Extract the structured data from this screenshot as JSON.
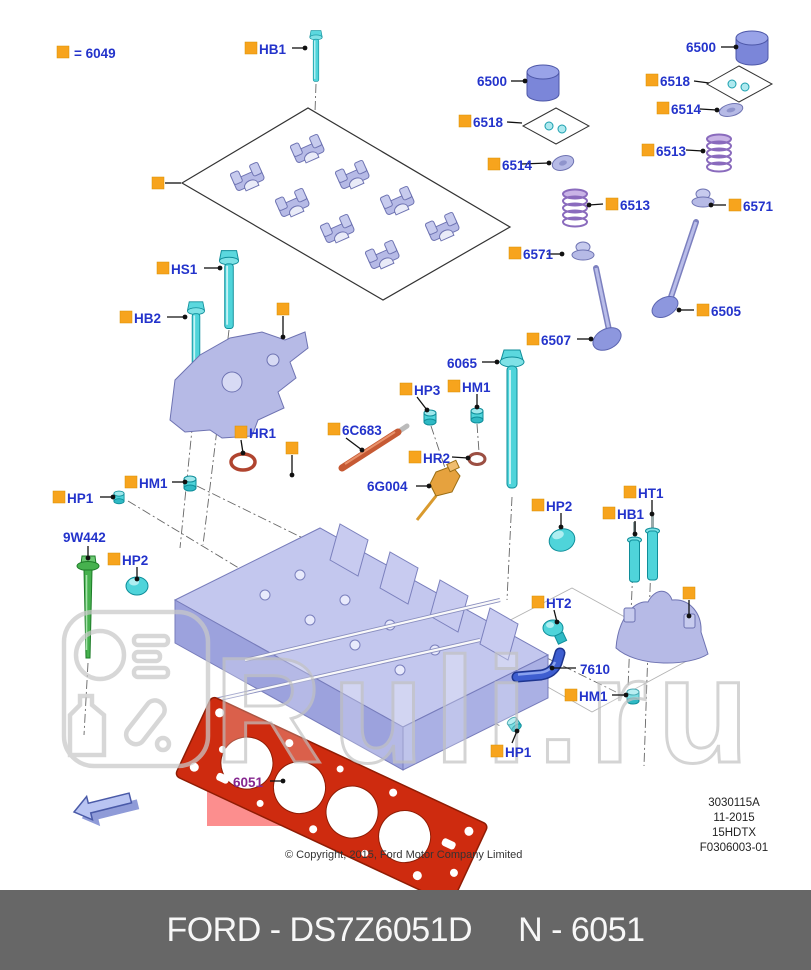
{
  "watermark": {
    "text": "Ruli.ru",
    "logo": "oil-parts-logo"
  },
  "footer": {
    "left_text": "FORD - DS7Z6051D",
    "right_text": "N - 6051",
    "bar_color": "#676767"
  },
  "copyright": "© Copyright, 2015, Ford Motor Company Limited",
  "revision": [
    "3030115A",
    "11-2015",
    "15HDTX",
    "F0306003-01"
  ],
  "colors": {
    "label_blue": "#2333cb",
    "label_purple": "#86278f",
    "tag_orange": "#f7a41d",
    "gasket_red": "#ce2b0f",
    "highlight_pink": "#fc8e8e",
    "part_cyan": "#4fd4da",
    "part_lavender": "#b6bae6",
    "part_green": "#46b14e"
  },
  "labels": [
    {
      "id": "legend-6049",
      "text": "= 6049",
      "square": [
        57,
        46
      ],
      "t": [
        74,
        58
      ]
    },
    {
      "id": "hb1-top",
      "text": "HB1",
      "square": [
        245,
        42
      ],
      "t": [
        259,
        54
      ],
      "line": [
        292,
        48,
        305,
        48
      ],
      "dot": "end"
    },
    {
      "id": "plate-tag",
      "text": "",
      "square": [
        152,
        177
      ],
      "line": [
        165,
        183,
        181,
        183
      ]
    },
    {
      "id": "hs1",
      "text": "HS1",
      "square": [
        157,
        262
      ],
      "t": [
        171,
        274
      ],
      "line": [
        204,
        268,
        220,
        268
      ],
      "dot": "end"
    },
    {
      "id": "hb2",
      "text": "HB2",
      "square": [
        120,
        311
      ],
      "t": [
        134,
        323
      ],
      "line": [
        167,
        317,
        185,
        317
      ],
      "dot": "end"
    },
    {
      "id": "bracket-left-tag",
      "text": "",
      "square": [
        277,
        303
      ],
      "line": [
        283,
        316,
        283,
        337
      ],
      "dot": "end"
    },
    {
      "id": "hr1",
      "text": "HR1",
      "square": [
        235,
        426
      ],
      "t": [
        249,
        438
      ],
      "line": [
        241,
        440,
        243,
        453
      ],
      "dot": "end"
    },
    {
      "id": "6c683",
      "text": "6C683",
      "square": [
        328,
        423
      ],
      "t": [
        342,
        435
      ],
      "line": [
        346,
        438,
        362,
        450
      ],
      "dot": "end"
    },
    {
      "id": "head-tag",
      "text": "",
      "square": [
        286,
        442
      ],
      "line": [
        292,
        455,
        292,
        475
      ],
      "dot": "end"
    },
    {
      "id": "hm1-left",
      "text": "HM1",
      "square": [
        125,
        476
      ],
      "t": [
        139,
        488
      ],
      "line": [
        172,
        482,
        185,
        482
      ],
      "dot": "end"
    },
    {
      "id": "hp1-left",
      "text": "HP1",
      "square": [
        53,
        491
      ],
      "t": [
        67,
        503
      ],
      "line": [
        100,
        497,
        113,
        497
      ],
      "dot": "end"
    },
    {
      "id": "9w442",
      "text": "9W442",
      "t": [
        63,
        542
      ],
      "line": [
        88,
        546,
        88,
        558
      ],
      "dot": "end"
    },
    {
      "id": "hp2-left",
      "text": "HP2",
      "square": [
        108,
        553
      ],
      "t": [
        122,
        565
      ],
      "line": [
        137,
        567,
        137,
        579
      ],
      "dot": "end"
    },
    {
      "id": "6500-left",
      "text": "6500",
      "t": [
        477,
        86
      ],
      "line": [
        511,
        81,
        525,
        81
      ],
      "dot": "end"
    },
    {
      "id": "6518-left",
      "text": "6518",
      "square": [
        459,
        115
      ],
      "t": [
        473,
        127
      ],
      "line": [
        507,
        122,
        522,
        123
      ]
    },
    {
      "id": "6514-left",
      "text": "6514",
      "square": [
        488,
        158
      ],
      "t": [
        502,
        170
      ],
      "line": [
        521,
        164,
        549,
        163
      ],
      "dot": "end"
    },
    {
      "id": "6513-left",
      "text": "6513",
      "square": [
        606,
        198
      ],
      "t": [
        620,
        210
      ],
      "line": [
        603,
        204,
        589,
        205
      ],
      "dot": "end"
    },
    {
      "id": "6571-left",
      "text": "6571",
      "square": [
        509,
        247
      ],
      "t": [
        523,
        259
      ],
      "line": [
        547,
        254,
        562,
        254
      ],
      "dot": "end"
    },
    {
      "id": "6500-right",
      "text": "6500",
      "t": [
        686,
        52
      ],
      "line": [
        721,
        47,
        736,
        47
      ],
      "dot": "end"
    },
    {
      "id": "6518-right",
      "text": "6518",
      "square": [
        646,
        74
      ],
      "t": [
        660,
        86
      ],
      "line": [
        694,
        81,
        709,
        83
      ]
    },
    {
      "id": "6514-right",
      "text": "6514",
      "square": [
        657,
        102
      ],
      "t": [
        671,
        114
      ],
      "line": [
        700,
        109,
        717,
        110
      ],
      "dot": "end"
    },
    {
      "id": "6513-right",
      "text": "6513",
      "square": [
        642,
        144
      ],
      "t": [
        656,
        156
      ],
      "line": [
        686,
        150,
        703,
        151
      ],
      "dot": "end"
    },
    {
      "id": "6571-right",
      "text": "6571",
      "square": [
        729,
        199
      ],
      "t": [
        743,
        211
      ],
      "line": [
        726,
        205,
        711,
        205
      ],
      "dot": "end"
    },
    {
      "id": "6505",
      "text": "6505",
      "square": [
        697,
        304
      ],
      "t": [
        711,
        316
      ],
      "line": [
        694,
        310,
        679,
        310
      ],
      "dot": "end"
    },
    {
      "id": "6507",
      "text": "6507",
      "square": [
        527,
        333
      ],
      "t": [
        541,
        345
      ],
      "line": [
        577,
        339,
        591,
        339
      ],
      "dot": "end"
    },
    {
      "id": "6065",
      "text": "6065",
      "t": [
        447,
        368
      ],
      "line": [
        482,
        362,
        497,
        362
      ],
      "dot": "end"
    },
    {
      "id": "hp3",
      "text": "HP3",
      "square": [
        400,
        383
      ],
      "t": [
        414,
        395
      ],
      "line": [
        417,
        397,
        427,
        410
      ],
      "dot": "end"
    },
    {
      "id": "hm1-mid",
      "text": "HM1",
      "square": [
        448,
        380
      ],
      "t": [
        462,
        392
      ],
      "line": [
        477,
        394,
        477,
        407
      ],
      "dot": "end"
    },
    {
      "id": "hr2",
      "text": "HR2",
      "square": [
        409,
        451
      ],
      "t": [
        423,
        463
      ],
      "line": [
        452,
        457,
        468,
        458
      ],
      "dot": "end"
    },
    {
      "id": "6g004",
      "text": "6G004",
      "t": [
        367,
        491
      ],
      "line": [
        416,
        486,
        429,
        486
      ],
      "dot": "end"
    },
    {
      "id": "hp2-right",
      "text": "HP2",
      "square": [
        532,
        499
      ],
      "t": [
        546,
        511
      ],
      "line": [
        561,
        513,
        561,
        527
      ],
      "dot": "end"
    },
    {
      "id": "ht1",
      "text": "HT1",
      "square": [
        624,
        486
      ],
      "t": [
        638,
        498
      ],
      "line": [
        652,
        500,
        652,
        514
      ],
      "dot": "end"
    },
    {
      "id": "hb1-right",
      "text": "HB1",
      "square": [
        603,
        507
      ],
      "t": [
        617,
        519
      ],
      "line": [
        635,
        521,
        635,
        534
      ],
      "dot": "end"
    },
    {
      "id": "bracket-right-tag",
      "text": "",
      "square": [
        683,
        587
      ],
      "line": [
        689,
        600,
        689,
        616
      ],
      "dot": "end"
    },
    {
      "id": "ht2",
      "text": "HT2",
      "square": [
        532,
        596
      ],
      "t": [
        546,
        608
      ],
      "line": [
        554,
        610,
        557,
        622
      ],
      "dot": "end"
    },
    {
      "id": "7610",
      "text": "7610",
      "t": [
        580,
        674
      ],
      "line": [
        576,
        668,
        552,
        668
      ],
      "dot": "end"
    },
    {
      "id": "hm1-right",
      "text": "HM1",
      "square": [
        565,
        689
      ],
      "t": [
        579,
        701
      ],
      "line": [
        612,
        695,
        626,
        695
      ],
      "dot": "end"
    },
    {
      "id": "hp1-right",
      "text": "HP1",
      "square": [
        491,
        745
      ],
      "t": [
        505,
        757
      ],
      "line": [
        512,
        743,
        517,
        731
      ],
      "dot": "end"
    },
    {
      "id": "6051",
      "text": "6051",
      "color": "purple",
      "t": [
        233,
        787
      ],
      "line": [
        270,
        781,
        283,
        781
      ],
      "dot": "end"
    }
  ]
}
